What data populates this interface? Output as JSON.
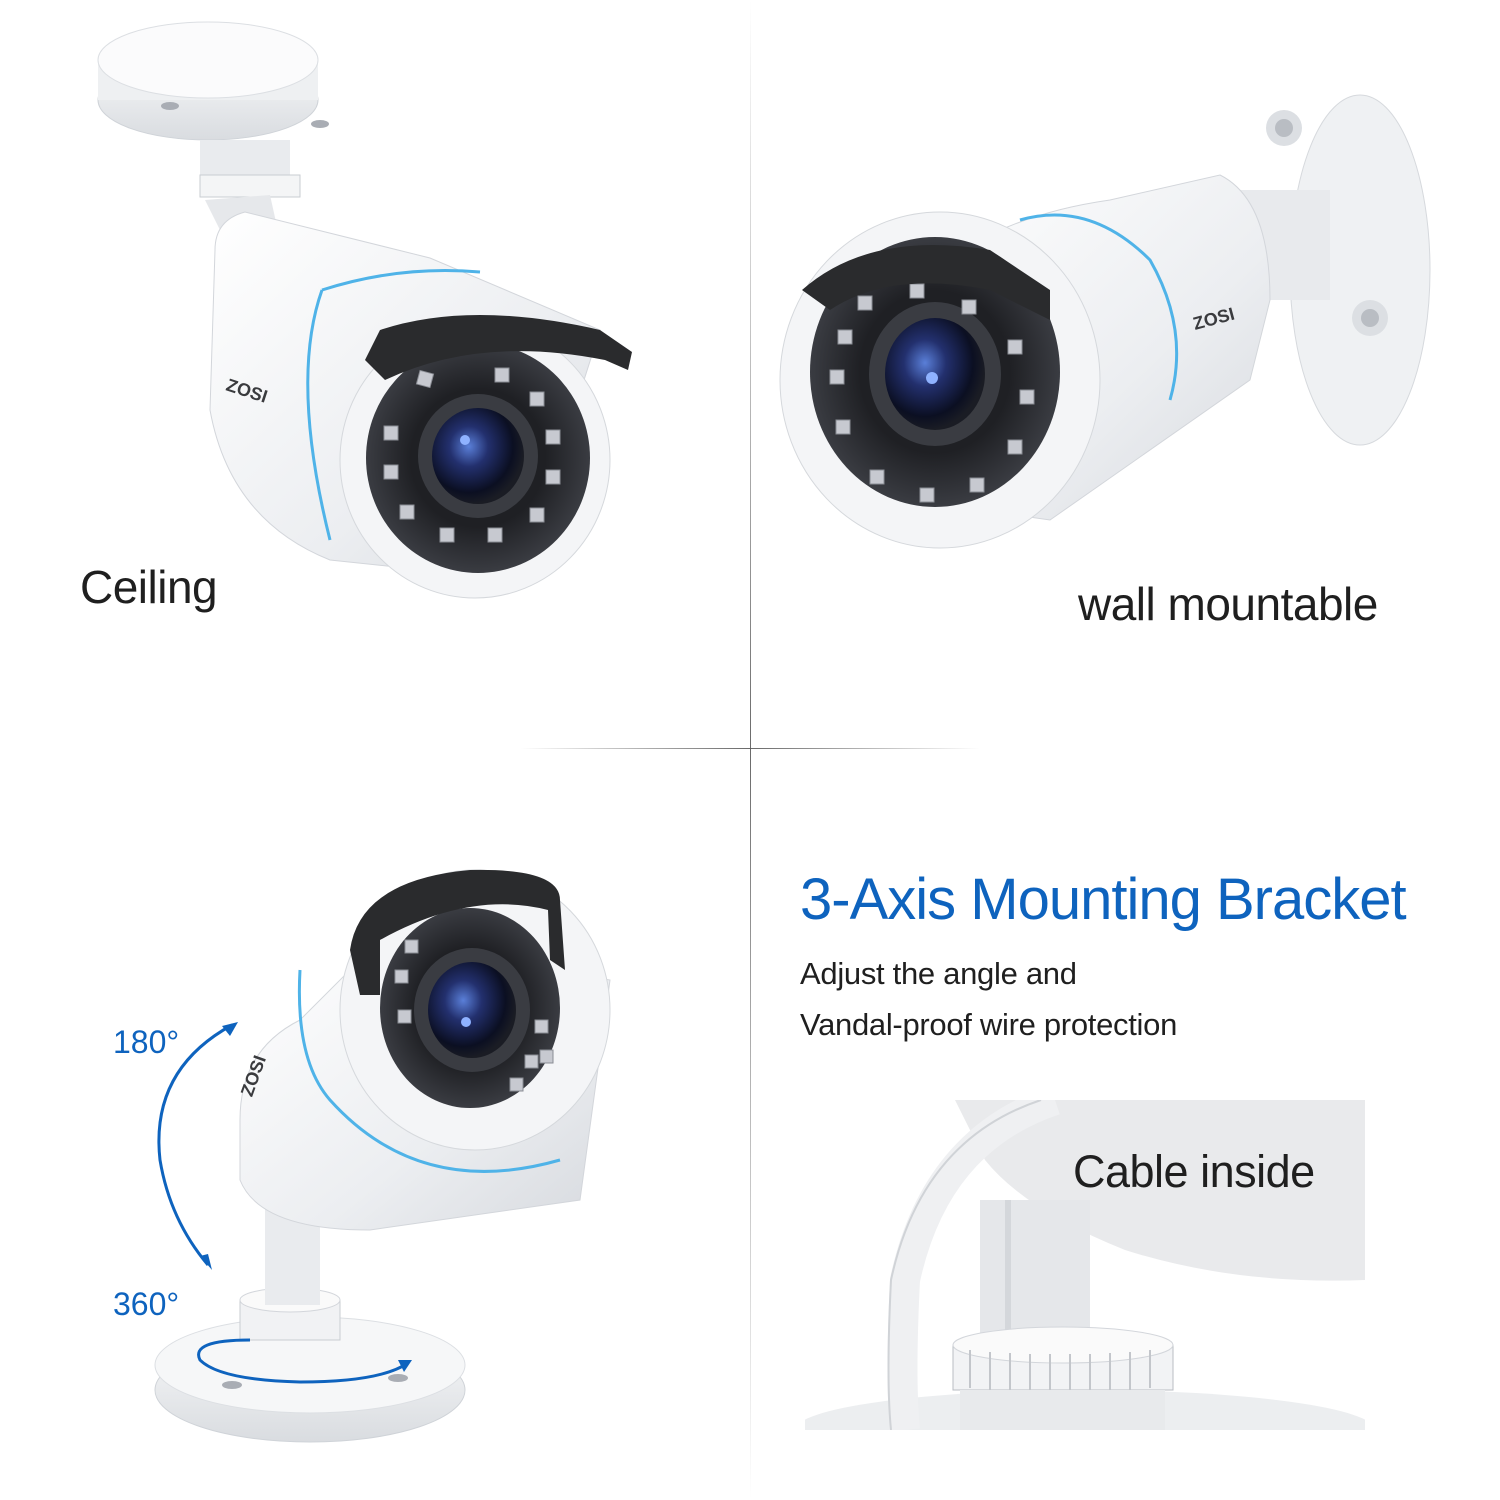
{
  "panels": {
    "ceiling": {
      "label": "Ceiling",
      "brand_mark": "ZOSI"
    },
    "wall": {
      "label": "wall mountable",
      "brand_mark": "ZOSI"
    },
    "rotation": {
      "tilt_label": "180°",
      "pan_label": "360°",
      "brand_mark": "ZOSI"
    },
    "feature": {
      "headline": "3-Axis Mounting Bracket",
      "lines": [
        "Adjust the angle and",
        "Vandal-proof  wire protection"
      ]
    },
    "cable": {
      "label": "Cable inside"
    }
  },
  "colors": {
    "accent_blue": "#0e63be",
    "ring_blue": "#4fb3e8",
    "camera_white": "#f2f3f5",
    "visor_black": "#2a2b2d",
    "text_dark": "#1f1f1f"
  }
}
